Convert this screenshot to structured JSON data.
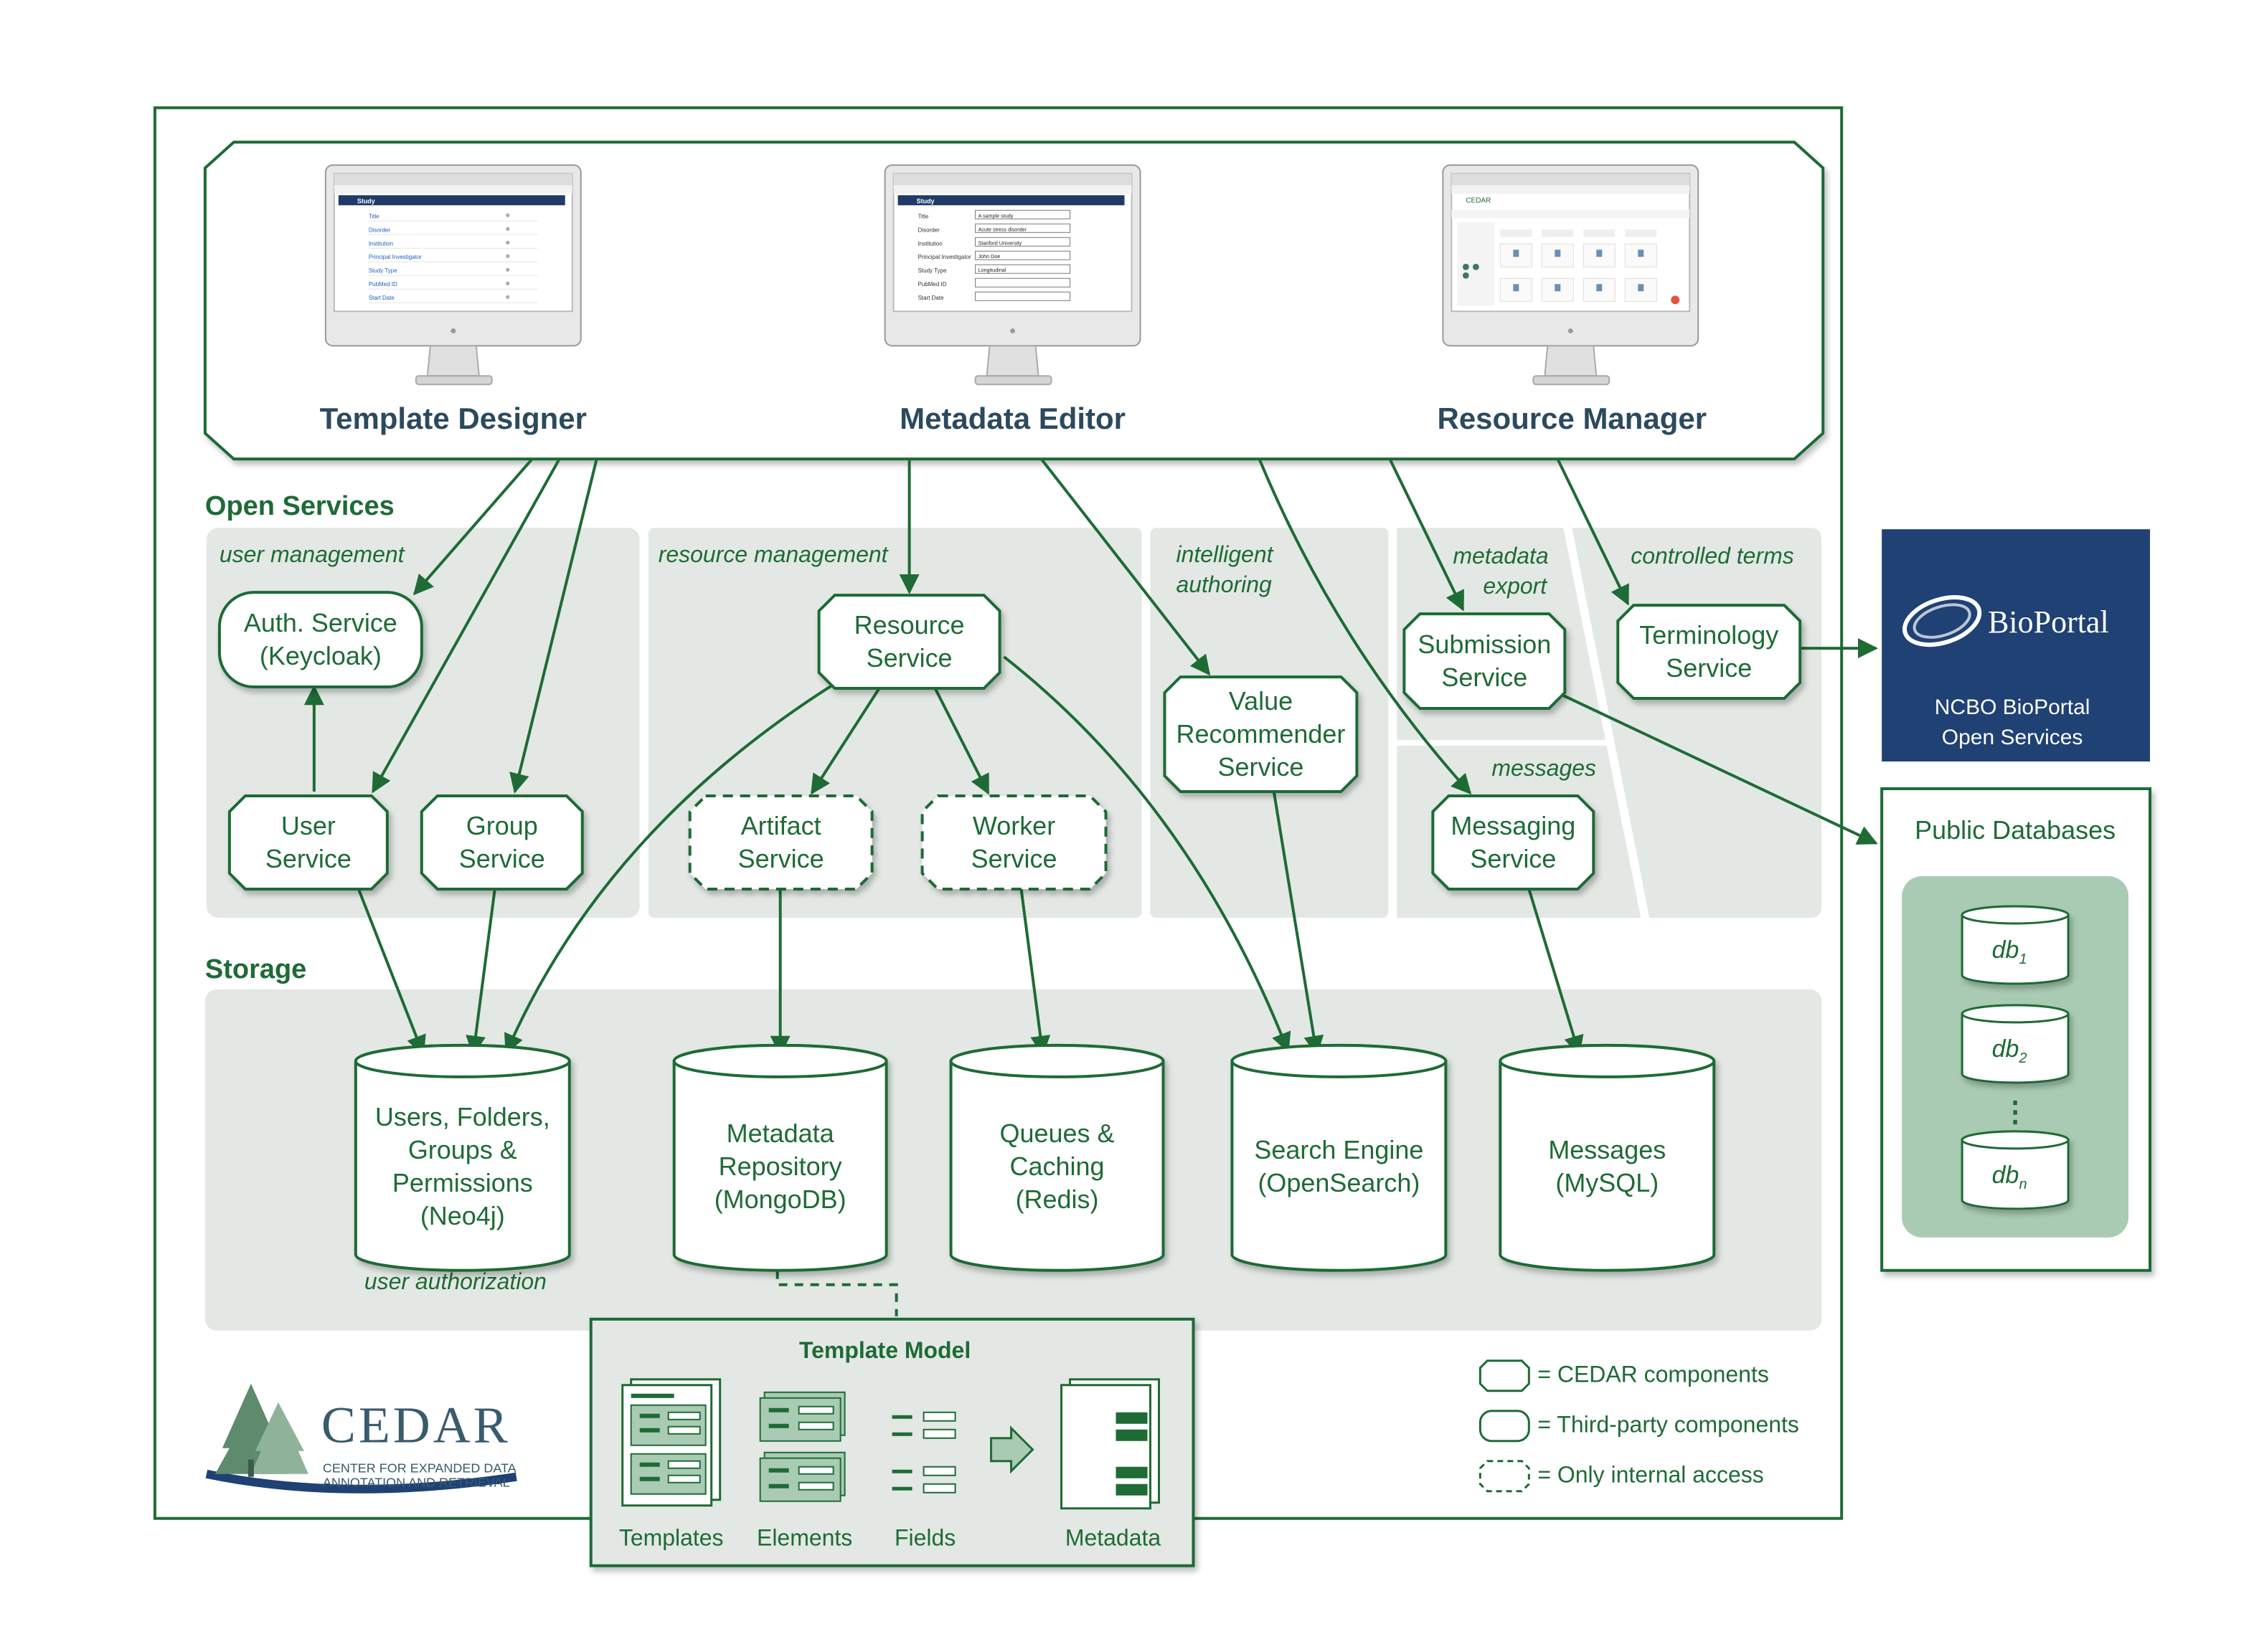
{
  "frontends": {
    "template_designer": "Template Designer",
    "metadata_editor": "Metadata Editor",
    "resource_manager": "Resource Manager",
    "screens": {
      "td_rows": [
        "Title",
        "Disorder",
        "Institution",
        "Principal Investigator",
        "Study Type",
        "PubMed ID",
        "Start Date"
      ],
      "me_rows": [
        "Title",
        "Disorder",
        "Institution",
        "Principal Investigator",
        "Study Type",
        "PubMed ID",
        "Start Date"
      ],
      "me_values": [
        "A sample study",
        "Acute stress disorder",
        "Stanford University",
        "John Doe",
        "Longitudinal",
        "",
        ""
      ],
      "study_label": "Study",
      "rm_brand": "CEDAR"
    }
  },
  "sections": {
    "open_services": "Open Services",
    "storage": "Storage"
  },
  "groups": {
    "user_management": "user management",
    "resource_management": "resource management",
    "intelligent_authoring": [
      "intelligent",
      "authoring"
    ],
    "metadata_export": [
      "metadata",
      "export"
    ],
    "controlled_terms": "controlled terms",
    "messages": "messages",
    "user_authorization": "user authorization"
  },
  "services": {
    "auth": [
      "Auth. Service",
      "(Keycloak)"
    ],
    "user": [
      "User",
      "Service"
    ],
    "group": [
      "Group",
      "Service"
    ],
    "resource": [
      "Resource",
      "Service"
    ],
    "artifact": [
      "Artifact",
      "Service"
    ],
    "worker": [
      "Worker",
      "Service"
    ],
    "value_recommender": [
      "Value",
      "Recommender",
      "Service"
    ],
    "submission": [
      "Submission",
      "Service"
    ],
    "terminology": [
      "Terminology",
      "Service"
    ],
    "messaging": [
      "Messaging",
      "Service"
    ]
  },
  "storage": {
    "neo4j": [
      "Users, Folders,",
      "Groups &",
      "Permissions",
      "(Neo4j)"
    ],
    "mongo": [
      "Metadata",
      "Repository",
      "(MongoDB)"
    ],
    "redis": [
      "Queues &",
      "Caching",
      "(Redis)"
    ],
    "opensearch": [
      "Search Engine",
      "(OpenSearch)"
    ],
    "mysql": [
      "Messages",
      "(MySQL)"
    ]
  },
  "bioportal": {
    "logo_text": "BioPortal",
    "caption": [
      "NCBO BioPortal",
      "Open Services"
    ]
  },
  "public_databases": {
    "title": "Public Databases",
    "dbs": [
      {
        "base": "db",
        "sub": "1"
      },
      {
        "base": "db",
        "sub": "2"
      },
      {
        "base": "db",
        "sub": "n"
      }
    ],
    "ellipsis": "⋮"
  },
  "template_model": {
    "title": "Template Model",
    "items": [
      "Templates",
      "Elements",
      "Fields",
      "Metadata"
    ]
  },
  "legend": [
    "= CEDAR components",
    "= Third-party components",
    "= Only internal access"
  ],
  "cedar_logo": {
    "name": "CEDAR",
    "tagline": [
      "CENTER FOR EXPANDED DATA",
      "ANNOTATION AND RETRIEVAL"
    ]
  },
  "colors": {
    "green": "#1e6b35",
    "panel_grey": "#e3e8e4",
    "bioportal_blue": "#1f4174",
    "db_panel": "#a9cbb3"
  }
}
